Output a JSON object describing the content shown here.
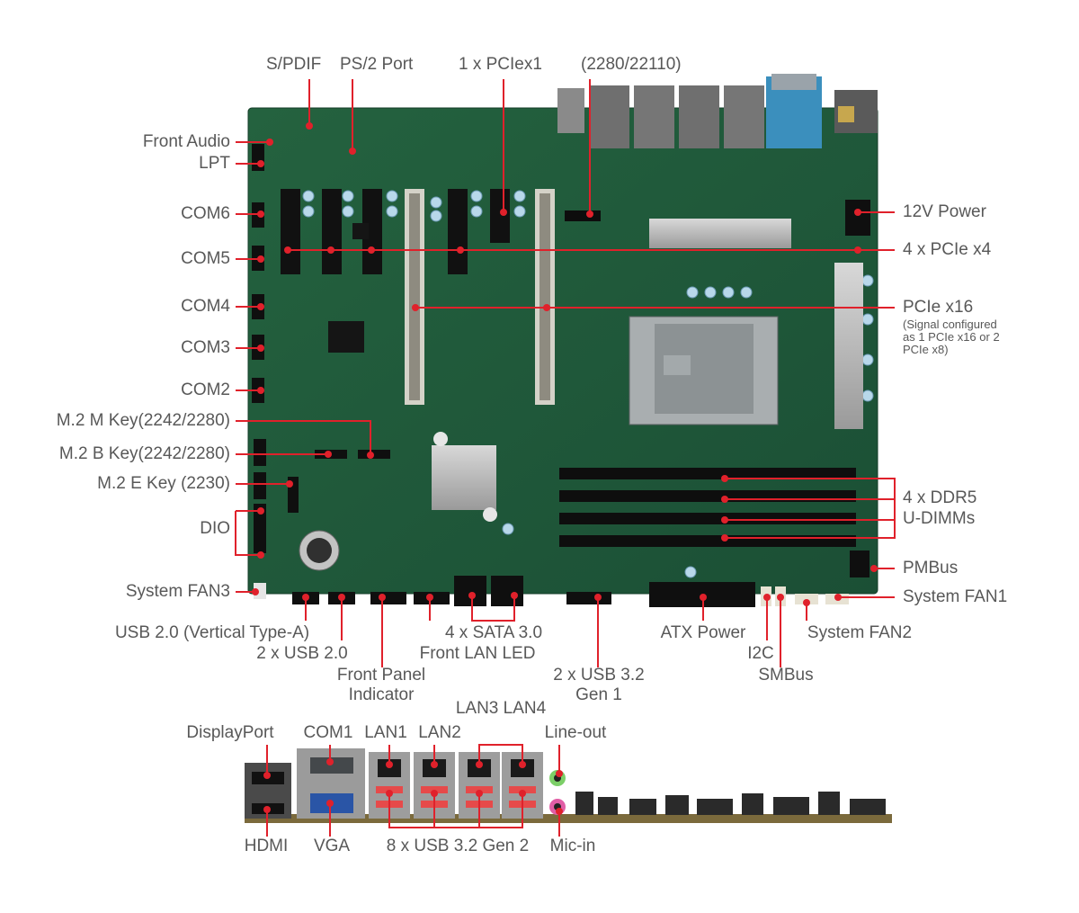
{
  "board": {
    "colors": {
      "pcb": "#1f5a3c",
      "pcb_light": "#2e7352",
      "slot": "#111111",
      "callout": "#e0212b",
      "label": "#585858"
    }
  },
  "labels": {
    "spdif": "S/PDIF",
    "ps2": "PS/2 Port",
    "pciex1": "1 x PCIex1",
    "m2_size": "(2280/22110)",
    "front_audio": "Front Audio",
    "lpt": "LPT",
    "com6": "COM6",
    "com5": "COM5",
    "com4": "COM4",
    "com3": "COM3",
    "com2": "COM2",
    "m2_m_key": "M.2 M Key(2242/2280)",
    "m2_b_key": "M.2 B Key(2242/2280)",
    "m2_e_key": "M.2 E Key (2230)",
    "dio": "DIO",
    "sys_fan3": "System FAN3",
    "power_12v": "12V Power",
    "pcie_x4": "4 x PCIe x4",
    "pcie_x16": "PCIe x16",
    "pcie_x16_note_1": "(Signal configured",
    "pcie_x16_note_2": "as 1 PCIe x16 or 2",
    "pcie_x16_note_3": "PCIe x8)",
    "ddr5_1": "4 x DDR5",
    "ddr5_2": "U-DIMMs",
    "pmbus": "PMBus",
    "sys_fan1": "System FAN1",
    "usb20_vertical": "USB 2.0 (Vertical Type-A)",
    "usb20_2x": "2 x USB 2.0",
    "sata": "4 x SATA 3.0",
    "front_lan_led": "Front LAN LED",
    "front_panel_1": "Front Panel",
    "front_panel_2": "Indicator",
    "usb32_1": "2 x USB 3.2",
    "usb32_2": "Gen 1",
    "atx_power": "ATX Power",
    "i2c": "I2C",
    "smbus": "SMBus",
    "sys_fan2": "System FAN2",
    "displayport": "DisplayPort",
    "com1": "COM1",
    "lan1": "LAN1",
    "lan2": "LAN2",
    "lan34": "LAN3 LAN4",
    "line_out": "Line-out",
    "hdmi": "HDMI",
    "vga": "VGA",
    "usb32_gen2": "8 x USB 3.2 Gen 2",
    "mic_in": "Mic-in"
  }
}
